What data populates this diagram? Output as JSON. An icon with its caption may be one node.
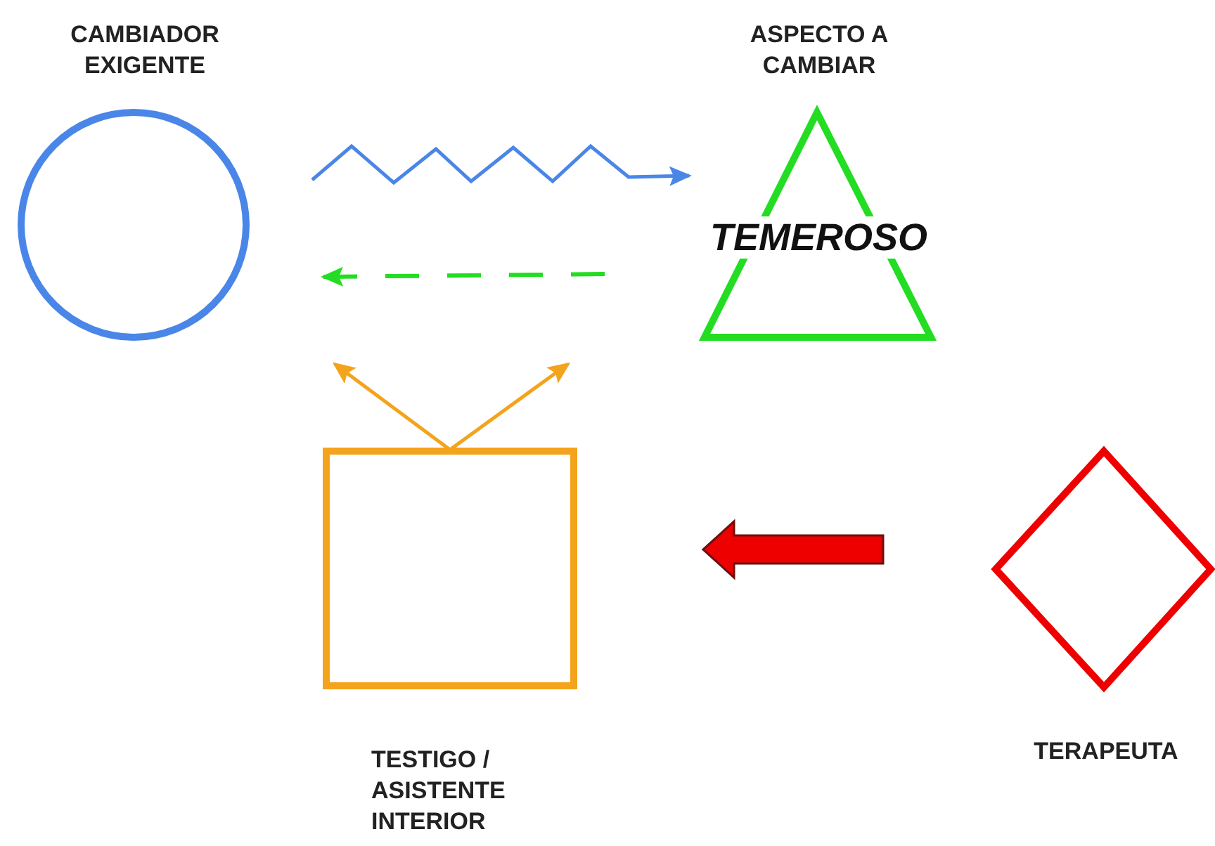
{
  "diagram": {
    "nodes": [
      {
        "text": [
          "CAMBIADOR EXIGENTE"
        ]
      },
      {
        "text": [
          "ASPECTO A CAMBIAR",
          "TEMEROSO"
        ]
      },
      {
        "text": [
          "TESTIGO / ASISTENTE INTERIOR"
        ]
      },
      {
        "text": [
          "TERAPEUTA"
        ]
      }
    ],
    "edges": [
      {
        "from": 0,
        "to": 1,
        "arrow": "to",
        "color": "#4a86e8"
      },
      {
        "from": null,
        "to": 0,
        "arrow": "to",
        "style": "dashed",
        "color": "#22dd22"
      },
      {
        "from": 2,
        "to": null,
        "arrow": "to",
        "color": "#f4a31c"
      },
      {
        "from": 2,
        "to": null,
        "arrow": "to",
        "color": "#f4a31c"
      },
      {
        "from": 3,
        "to": 2,
        "arrow": "to",
        "style": "thick",
        "color": "#ee0000"
      }
    ]
  }
}
